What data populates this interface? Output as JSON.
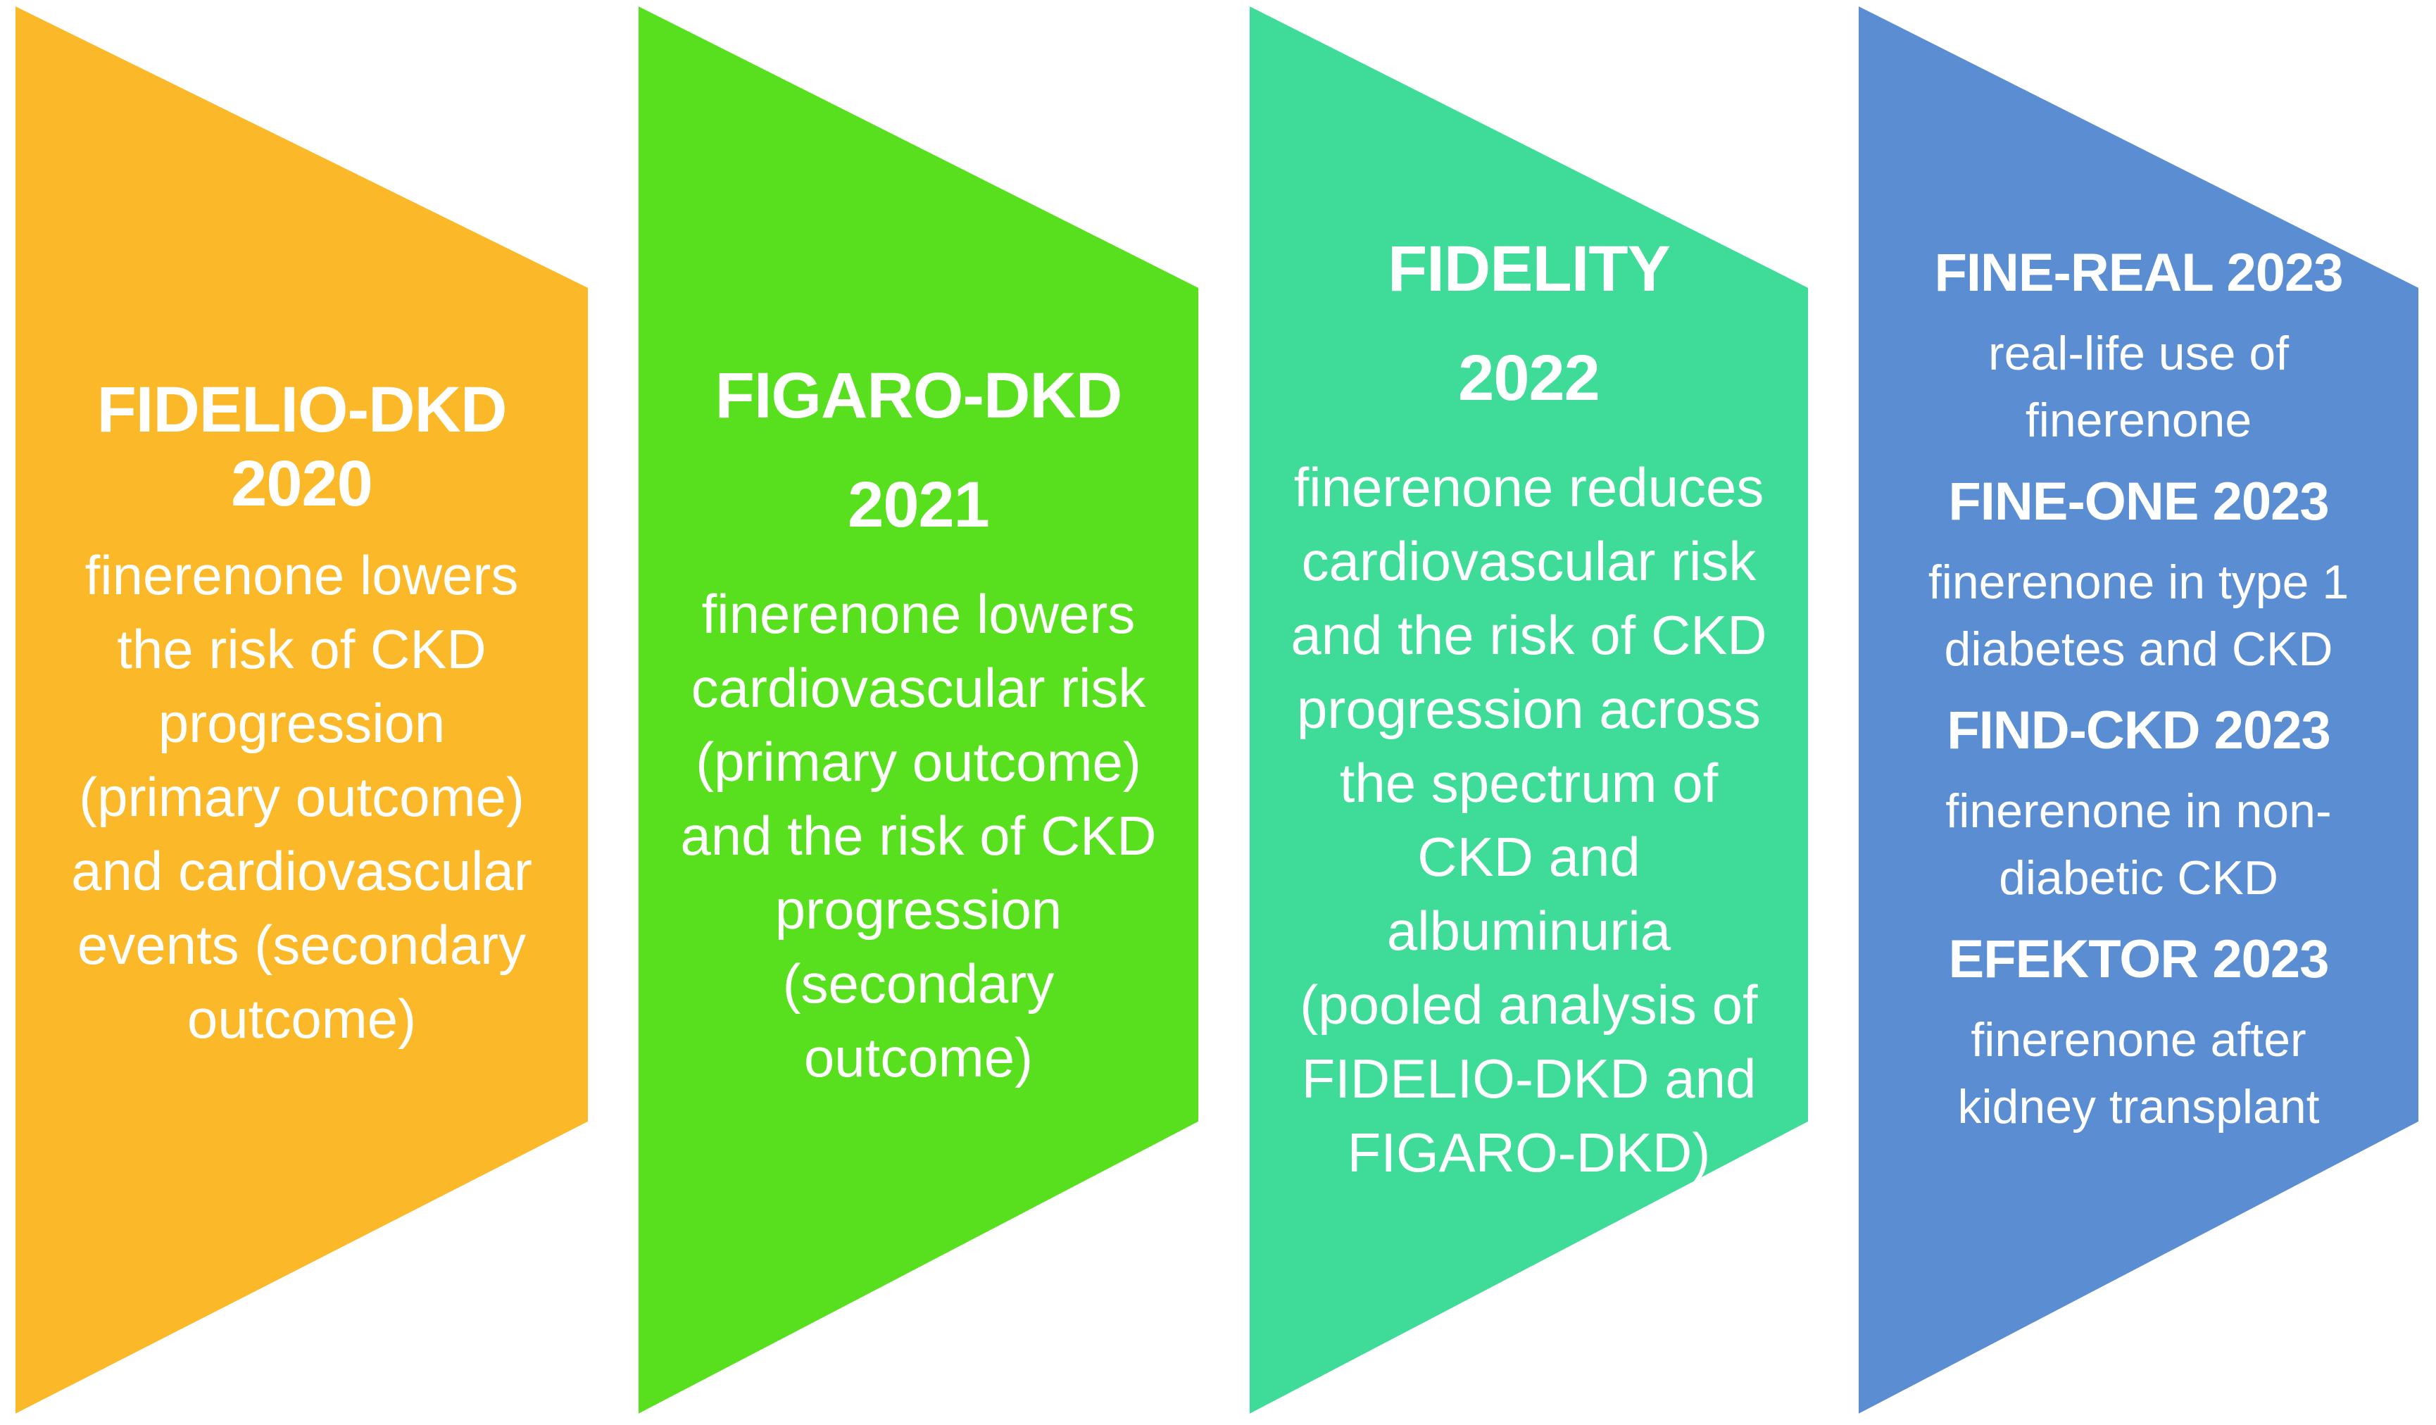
{
  "page": {
    "background": "#FFFFFF",
    "text_color": "#FFFFFF"
  },
  "banners": [
    {
      "id": "fidelio-dkd-2020",
      "color": "#FBB929",
      "segments": [
        {
          "type": "title",
          "lines": [
            "FIDELIO-DKD",
            "2020"
          ]
        },
        {
          "type": "body",
          "lines": [
            "finerenone lowers",
            "the risk of CKD",
            "progression",
            "(primary outcome)",
            "and cardiovascular",
            "events (secondary",
            "outcome)"
          ]
        }
      ]
    },
    {
      "id": "figaro-dkd-2021",
      "color": "#58E01F",
      "segments": [
        {
          "type": "title",
          "lines": [
            "FIGARO-DKD"
          ]
        },
        {
          "type": "title",
          "lines": [
            "2021"
          ]
        },
        {
          "type": "body",
          "lines": [
            "finerenone lowers",
            "cardiovascular risk",
            "(primary outcome)",
            "and the risk of CKD",
            "progression",
            "(secondary",
            "outcome)"
          ]
        }
      ]
    },
    {
      "id": "fidelity-2022",
      "color": "#3EDC98",
      "segments": [
        {
          "type": "title",
          "lines": [
            "FIDELITY"
          ]
        },
        {
          "type": "title",
          "lines": [
            "2022"
          ]
        },
        {
          "type": "body",
          "lines": [
            "finerenone reduces",
            "cardiovascular risk",
            "and the risk of CKD",
            "progression across",
            "the spectrum of",
            "CKD and",
            "albuminuria",
            "(pooled analysis of",
            "FIDELIO-DKD and",
            "FIGARO-DKD)"
          ]
        }
      ]
    },
    {
      "id": "finerenone-studies-2023",
      "color": "#5A8DD2",
      "segments": [
        {
          "type": "title",
          "lines": [
            "FINE-REAL 2023"
          ]
        },
        {
          "type": "body",
          "lines": [
            "real-life use of",
            "finerenone"
          ]
        },
        {
          "type": "title",
          "lines": [
            "FINE-ONE 2023"
          ]
        },
        {
          "type": "body",
          "lines": [
            "finerenone in type 1",
            "diabetes and CKD"
          ]
        },
        {
          "type": "title",
          "lines": [
            "FIND-CKD 2023"
          ]
        },
        {
          "type": "body",
          "lines": [
            "finerenone in non-",
            "diabetic CKD"
          ]
        },
        {
          "type": "title",
          "lines": [
            "EFEKTOR 2023"
          ]
        },
        {
          "type": "body",
          "lines": [
            "finerenone after",
            "kidney transplant"
          ]
        }
      ]
    }
  ]
}
